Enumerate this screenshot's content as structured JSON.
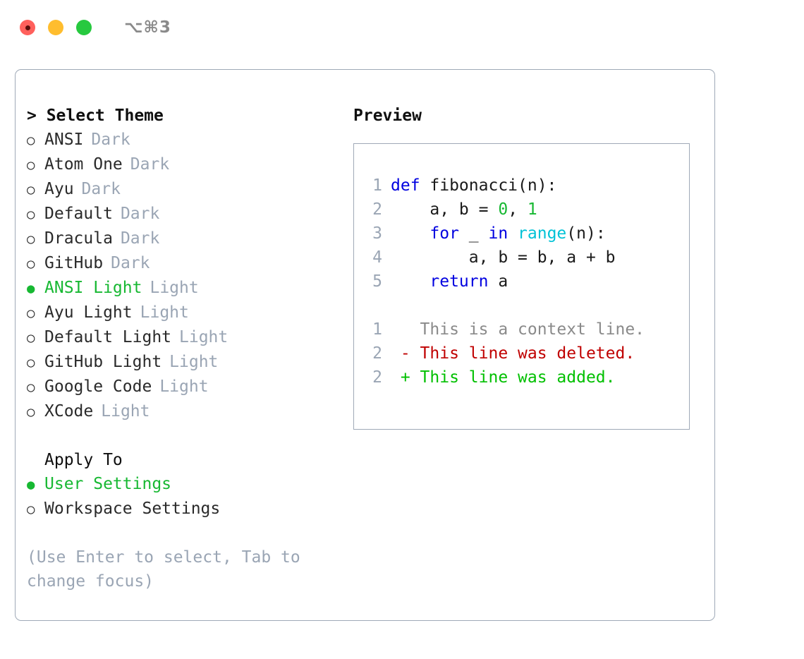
{
  "window": {
    "shortcut": "⌥⌘3",
    "traffic_lights": [
      {
        "name": "close-button",
        "color": "#ff605c"
      },
      {
        "name": "minimize-button",
        "color": "#ffbd2e"
      },
      {
        "name": "maximize-button",
        "color": "#27c93f"
      }
    ]
  },
  "theme_picker": {
    "heading": "> Select Theme",
    "marker_unselected": "○",
    "marker_selected": "●",
    "options": [
      {
        "label": "ANSI",
        "suffix": "Dark",
        "selected": false
      },
      {
        "label": "Atom One",
        "suffix": "Dark",
        "selected": false
      },
      {
        "label": "Ayu",
        "suffix": "Dark",
        "selected": false
      },
      {
        "label": "Default",
        "suffix": "Dark",
        "selected": false
      },
      {
        "label": "Dracula",
        "suffix": "Dark",
        "selected": false
      },
      {
        "label": "GitHub",
        "suffix": "Dark",
        "selected": false
      },
      {
        "label": "ANSI Light",
        "suffix": "Light",
        "selected": true
      },
      {
        "label": "Ayu Light",
        "suffix": "Light",
        "selected": false
      },
      {
        "label": "Default Light",
        "suffix": "Light",
        "selected": false
      },
      {
        "label": "GitHub Light",
        "suffix": "Light",
        "selected": false
      },
      {
        "label": "Google Code",
        "suffix": "Light",
        "selected": false
      },
      {
        "label": "XCode",
        "suffix": "Light",
        "selected": false
      }
    ]
  },
  "apply_to": {
    "heading": "Apply To",
    "options": [
      {
        "label": "User Settings",
        "selected": true
      },
      {
        "label": "Workspace Settings",
        "selected": false
      }
    ]
  },
  "hint": "(Use Enter to select, Tab to change focus)",
  "preview": {
    "heading": "Preview",
    "code_lines": [
      {
        "num": "1",
        "tokens": [
          {
            "t": "def ",
            "c": "kw"
          },
          {
            "t": "fibonacci(n):",
            "c": "txt"
          }
        ]
      },
      {
        "num": "2",
        "tokens": [
          {
            "t": "    a, b = ",
            "c": "txt"
          },
          {
            "t": "0",
            "c": "num"
          },
          {
            "t": ", ",
            "c": "txt"
          },
          {
            "t": "1",
            "c": "num"
          }
        ]
      },
      {
        "num": "3",
        "tokens": [
          {
            "t": "    ",
            "c": "txt"
          },
          {
            "t": "for",
            "c": "kw"
          },
          {
            "t": " _ ",
            "c": "txt"
          },
          {
            "t": "in",
            "c": "kw"
          },
          {
            "t": " ",
            "c": "txt"
          },
          {
            "t": "range",
            "c": "fn"
          },
          {
            "t": "(n):",
            "c": "txt"
          }
        ]
      },
      {
        "num": "4",
        "tokens": [
          {
            "t": "        a, b = b, a + b",
            "c": "txt"
          }
        ]
      },
      {
        "num": "5",
        "tokens": [
          {
            "t": "    ",
            "c": "txt"
          },
          {
            "t": "return",
            "c": "kw"
          },
          {
            "t": " a",
            "c": "txt"
          }
        ]
      }
    ],
    "diff_lines": [
      {
        "num": "1",
        "tokens": [
          {
            "t": "   This is a context line.",
            "c": "ctx"
          }
        ]
      },
      {
        "num": "2",
        "tokens": [
          {
            "t": " - This line was deleted.",
            "c": "del"
          }
        ]
      },
      {
        "num": "2",
        "tokens": [
          {
            "t": " + This line was added.",
            "c": "add"
          }
        ]
      }
    ]
  }
}
